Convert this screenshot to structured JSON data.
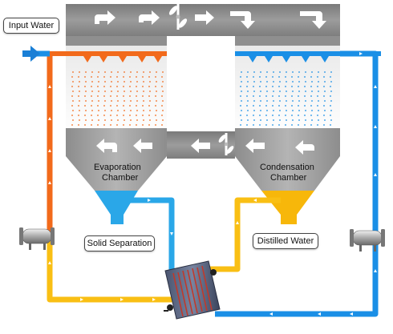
{
  "labels": {
    "input_water": "Input Water",
    "evaporation_line1": "Evaporation",
    "evaporation_line2": "Chamber",
    "condensation_line1": "Condensation",
    "condensation_line2": "Chamber",
    "solid_separation": "Solid Separation",
    "distilled_water": "Distilled Water"
  },
  "colors": {
    "hot_pipe": "#f26a1b",
    "cold_pipe": "#1a8fe6",
    "warm_pipe": "#f9bf14",
    "chamber_gray": "#9a9a9a",
    "duct_gray": "#8c8c8c",
    "evap_funnel": "#2aa7e8",
    "cond_funnel": "#f7b70a"
  },
  "icons": [
    "fan-icon",
    "heat-exchanger-icon",
    "tank-icon",
    "input-arrow-icon",
    "flow-arrow-icon"
  ]
}
